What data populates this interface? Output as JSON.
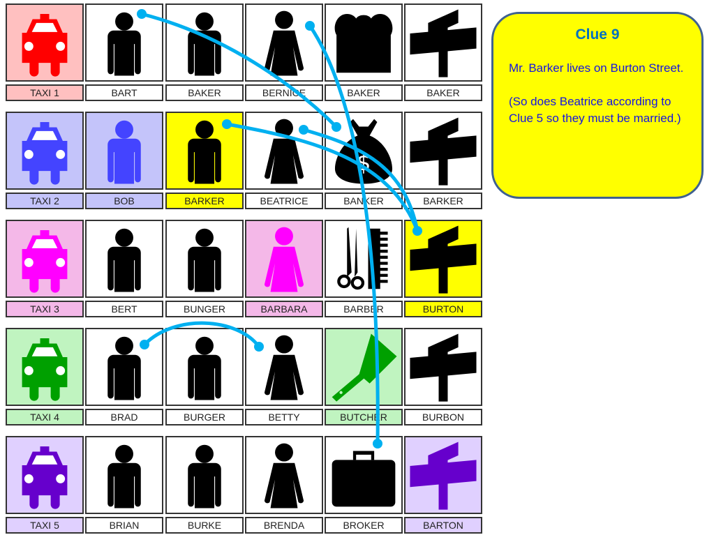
{
  "grid": [
    [
      {
        "label": "TAXI 1",
        "icon": "taxi-icon",
        "bg": "#ffc0c0",
        "fg": "#ff0000"
      },
      {
        "label": "BART",
        "icon": "man-icon",
        "bg": "#ffffff",
        "fg": "#000000"
      },
      {
        "label": "BAKER",
        "icon": "man-icon",
        "bg": "#ffffff",
        "fg": "#000000"
      },
      {
        "label": "BERNICE",
        "icon": "woman-icon",
        "bg": "#ffffff",
        "fg": "#000000"
      },
      {
        "label": "BAKER",
        "icon": "bread-icon",
        "bg": "#ffffff",
        "fg": "#000000"
      },
      {
        "label": "BAKER",
        "icon": "street-sign-icon",
        "bg": "#ffffff",
        "fg": "#000000"
      }
    ],
    [
      {
        "label": "TAXI 2",
        "icon": "taxi-icon",
        "bg": "#c4c4fa",
        "fg": "#4444ff"
      },
      {
        "label": "BOB",
        "icon": "man-icon",
        "bg": "#c4c4fa",
        "fg": "#4444ff"
      },
      {
        "label": "BARKER",
        "icon": "man-icon",
        "bg": "#ffff00",
        "fg": "#000000"
      },
      {
        "label": "BEATRICE",
        "icon": "woman-icon",
        "bg": "#ffffff",
        "fg": "#000000"
      },
      {
        "label": "BANKER",
        "icon": "money-bag-icon",
        "bg": "#ffffff",
        "fg": "#000000"
      },
      {
        "label": "BARKER",
        "icon": "street-sign-icon",
        "bg": "#ffffff",
        "fg": "#000000"
      }
    ],
    [
      {
        "label": "TAXI 3",
        "icon": "taxi-icon",
        "bg": "#f4b8e8",
        "fg": "#ff00ff"
      },
      {
        "label": "BERT",
        "icon": "man-icon",
        "bg": "#ffffff",
        "fg": "#000000"
      },
      {
        "label": "BUNGER",
        "icon": "man-icon",
        "bg": "#ffffff",
        "fg": "#000000"
      },
      {
        "label": "BARBARA",
        "icon": "woman-icon",
        "bg": "#f4b8e8",
        "fg": "#ff00ff"
      },
      {
        "label": "BARBER",
        "icon": "scissors-comb-icon",
        "bg": "#ffffff",
        "fg": "#000000"
      },
      {
        "label": "BURTON",
        "icon": "street-sign-icon",
        "bg": "#ffff00",
        "fg": "#000000"
      }
    ],
    [
      {
        "label": "TAXI 4",
        "icon": "taxi-icon",
        "bg": "#c0f4c0",
        "fg": "#00a000"
      },
      {
        "label": "BRAD",
        "icon": "man-icon",
        "bg": "#ffffff",
        "fg": "#000000"
      },
      {
        "label": "BURGER",
        "icon": "man-icon",
        "bg": "#ffffff",
        "fg": "#000000"
      },
      {
        "label": "BETTY",
        "icon": "woman-icon",
        "bg": "#ffffff",
        "fg": "#000000"
      },
      {
        "label": "BUTCHER",
        "icon": "cleaver-icon",
        "bg": "#c0f4c0",
        "fg": "#00a000"
      },
      {
        "label": "BURBON",
        "icon": "street-sign-icon",
        "bg": "#ffffff",
        "fg": "#000000"
      }
    ],
    [
      {
        "label": "TAXI 5",
        "icon": "taxi-icon",
        "bg": "#e0d0ff",
        "fg": "#6600cc"
      },
      {
        "label": "BRIAN",
        "icon": "man-icon",
        "bg": "#ffffff",
        "fg": "#000000"
      },
      {
        "label": "BURKE",
        "icon": "man-icon",
        "bg": "#ffffff",
        "fg": "#000000"
      },
      {
        "label": "BRENDA",
        "icon": "woman-icon",
        "bg": "#ffffff",
        "fg": "#000000"
      },
      {
        "label": "BROKER",
        "icon": "briefcase-icon",
        "bg": "#ffffff",
        "fg": "#000000"
      },
      {
        "label": "BARTON",
        "icon": "street-sign-icon",
        "bg": "#e0d0ff",
        "fg": "#6600cc"
      }
    ]
  ],
  "clue": {
    "title": "Clue 9",
    "line1": "Mr. Barker lives on Burton Street.",
    "line2": "(So does Beatrice according to Clue 5 so they must be married.)"
  },
  "colors": {
    "link": "#00b0f0",
    "clue_bg": "#ffff00",
    "clue_border": "#3f6190"
  }
}
